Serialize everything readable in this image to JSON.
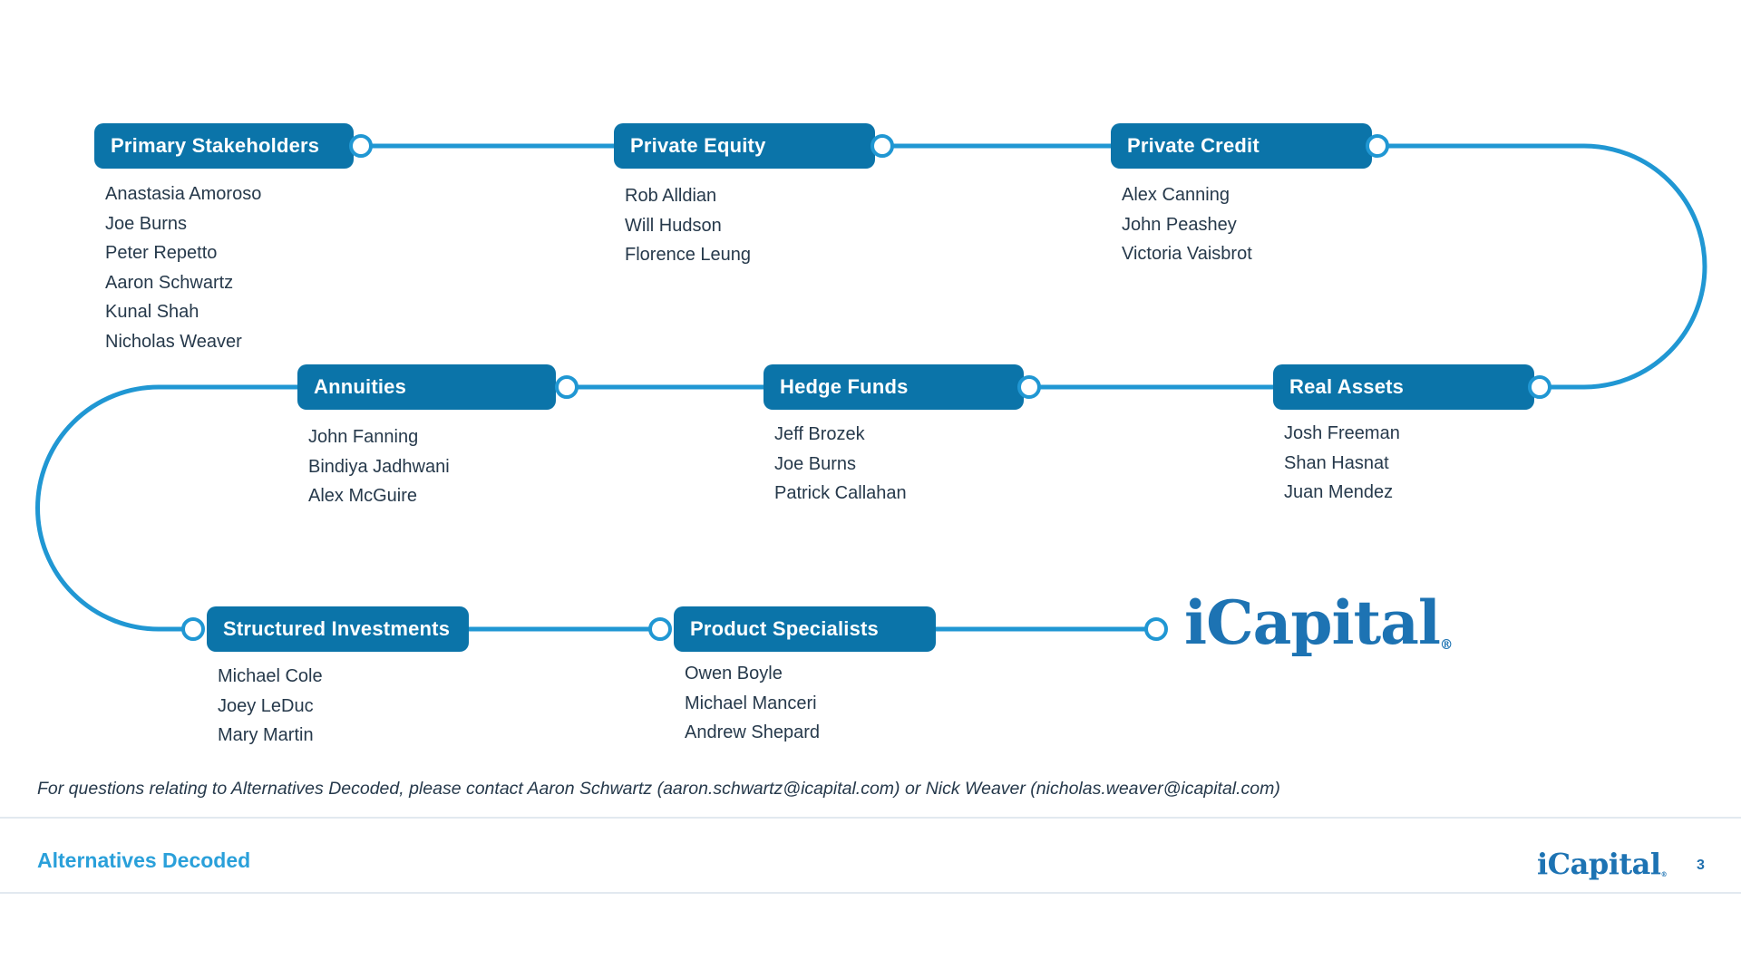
{
  "diagram": {
    "groups": [
      {
        "label": "Primary Stakeholders",
        "members": [
          "Anastasia Amoroso",
          "Joe Burns",
          "Peter Repetto",
          "Aaron Schwartz",
          "Kunal Shah",
          "Nicholas Weaver"
        ]
      },
      {
        "label": "Private Equity",
        "members": [
          "Rob Alldian",
          "Will Hudson",
          "Florence Leung"
        ]
      },
      {
        "label": "Private Credit",
        "members": [
          "Alex Canning",
          "John Peashey",
          "Victoria Vaisbrot"
        ]
      },
      {
        "label": "Annuities",
        "members": [
          "John Fanning",
          "Bindiya Jadhwani",
          "Alex McGuire"
        ]
      },
      {
        "label": "Hedge Funds",
        "members": [
          "Jeff Brozek",
          "Joe Burns",
          "Patrick Callahan"
        ]
      },
      {
        "label": "Real Assets",
        "members": [
          "Josh Freeman",
          "Shan Hasnat",
          "Juan Mendez"
        ]
      },
      {
        "label": "Structured Investments",
        "members": [
          "Michael Cole",
          "Joey LeDuc",
          "Mary Martin"
        ]
      },
      {
        "label": "Product Specialists",
        "members": [
          "Owen Boyle",
          "Michael Manceri",
          "Andrew Shepard"
        ]
      }
    ],
    "logo_text": "iCapital",
    "logo_reg": "®"
  },
  "footer": {
    "note": "For questions relating to Alternatives Decoded, please contact Aaron Schwartz (aaron.schwartz@icapital.com) or Nick Weaver (nicholas.weaver@icapital.com)",
    "title": "Alternatives Decoded",
    "logo_text": "iCapital",
    "logo_reg": "®",
    "page_number": "3"
  },
  "colors": {
    "box_blue": "#0B74A9",
    "line_blue": "#2097D3",
    "name_text": "#26394B",
    "accent_blue": "#2AA0DA",
    "logo_blue": "#1D73B3"
  }
}
